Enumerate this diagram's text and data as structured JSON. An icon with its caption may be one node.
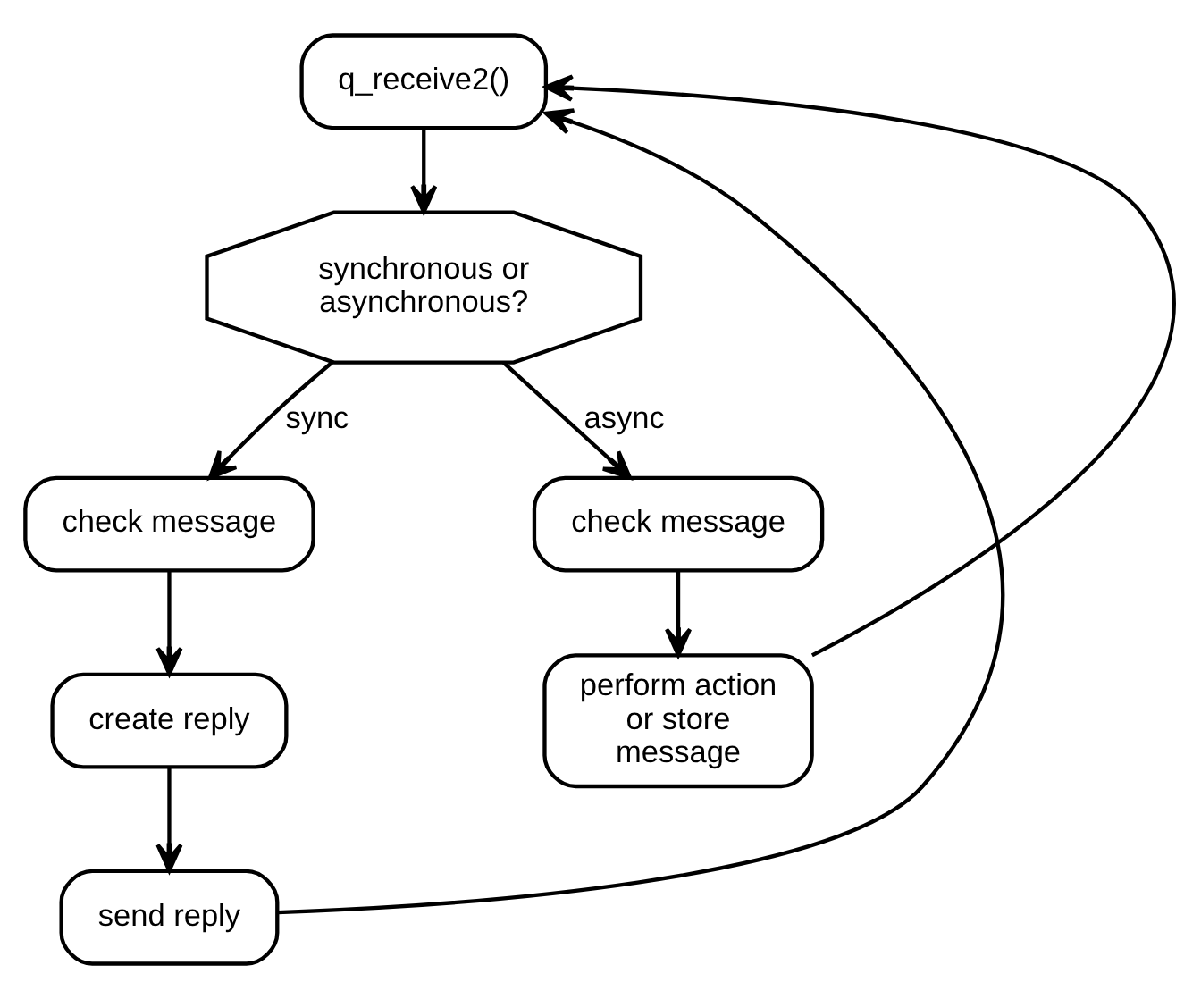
{
  "diagram": {
    "nodes": [
      {
        "text": [
          "q_receive2()"
        ]
      },
      {
        "text": [
          "synchronous or asynchronous?"
        ]
      },
      {
        "text": [
          "check message"
        ]
      },
      {
        "text": [
          "create reply"
        ]
      },
      {
        "text": [
          "send reply"
        ]
      },
      {
        "text": [
          "check message"
        ]
      },
      {
        "text": [
          "perform action or store message"
        ]
      }
    ],
    "edges": [
      {
        "from": 0,
        "to": 1,
        "arrow": "to"
      },
      {
        "from": 1,
        "to": 2,
        "arrow": "to",
        "label": "sync"
      },
      {
        "from": 1,
        "to": 5,
        "arrow": "to",
        "label": "async"
      },
      {
        "from": 2,
        "to": 3,
        "arrow": "to"
      },
      {
        "from": 3,
        "to": 4,
        "arrow": "to"
      },
      {
        "from": 5,
        "to": 6,
        "arrow": "to"
      },
      {
        "from": 4,
        "to": 0,
        "arrow": "to"
      },
      {
        "from": 6,
        "to": 0,
        "arrow": "to"
      }
    ]
  }
}
